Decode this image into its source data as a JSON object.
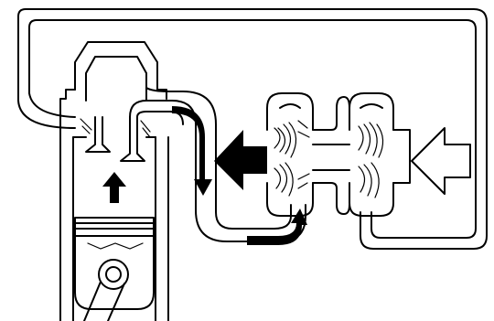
{
  "diagram": {
    "colors": {
      "line": "#000000",
      "background": "#ffffff",
      "solid_arrow": "#000000",
      "hollow_arrow": "#ffffff"
    },
    "components": [
      {
        "name": "engine-cylinder"
      },
      {
        "name": "piston"
      },
      {
        "name": "connecting-rod"
      },
      {
        "name": "intake-valve"
      },
      {
        "name": "exhaust-valve"
      },
      {
        "name": "exhaust-manifold"
      },
      {
        "name": "intake-return-pipe"
      },
      {
        "name": "turbine-housing"
      },
      {
        "name": "compressor-housing"
      },
      {
        "name": "turbo-shaft"
      }
    ],
    "flow_arrows": [
      {
        "name": "piston-up-arrow",
        "style": "solid",
        "direction": "up"
      },
      {
        "name": "exhaust-down-arrow",
        "style": "solid-curved",
        "direction": "down"
      },
      {
        "name": "exhaust-to-turbine-arrow",
        "style": "solid-curved",
        "direction": "up-right"
      },
      {
        "name": "turbine-outflow-arrow",
        "style": "solid",
        "direction": "left"
      },
      {
        "name": "fresh-air-inlet-arrow",
        "style": "hollow",
        "direction": "left"
      }
    ]
  }
}
